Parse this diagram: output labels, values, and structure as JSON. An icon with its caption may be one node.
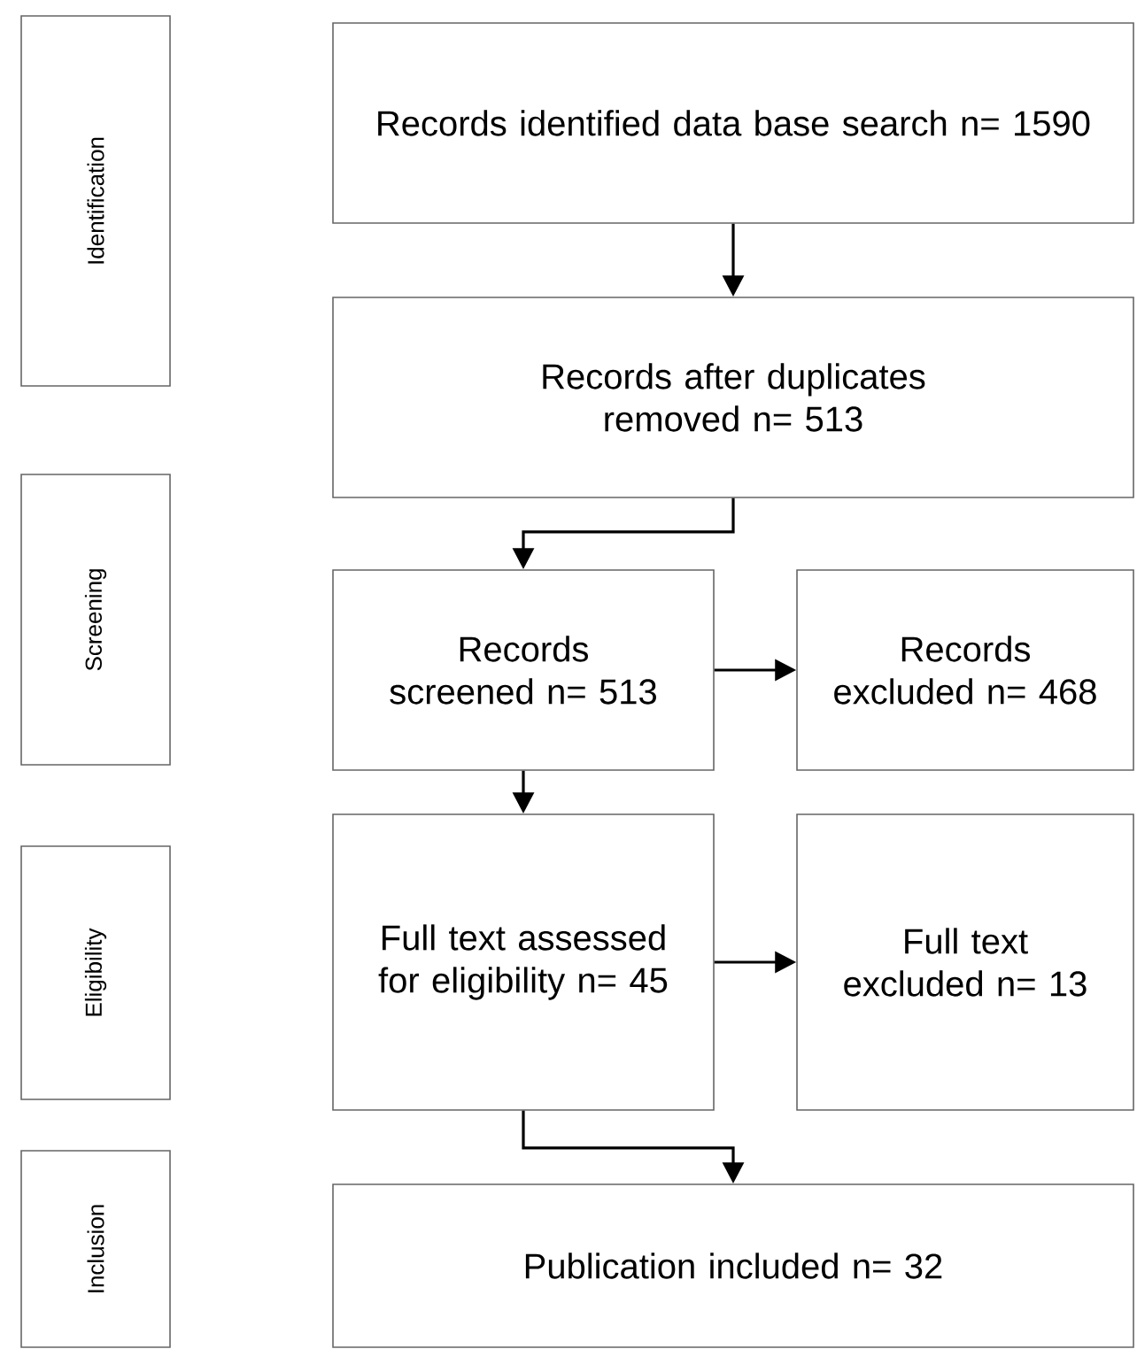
{
  "diagram": {
    "nodes": [
      {
        "text": [
          "Identification"
        ]
      },
      {
        "text": [
          "Records identified data base search n= 1590"
        ]
      },
      {
        "text": [
          "Records after duplicates removed n= 513"
        ]
      },
      {
        "text": [
          "Screening"
        ]
      },
      {
        "text": [
          "Records screened n= 513"
        ]
      },
      {
        "text": [
          "Records excluded n= 468"
        ]
      },
      {
        "text": [
          "Eligibility"
        ]
      },
      {
        "text": [
          "Full text assessed for eligibility n= 45"
        ]
      },
      {
        "text": [
          "Full text excluded n= 13"
        ]
      },
      {
        "text": [
          "Inclusion"
        ]
      },
      {
        "text": [
          "Publication included  n= 32"
        ]
      }
    ],
    "edges": [
      {
        "from": 1,
        "to": 2,
        "arrow": "to"
      },
      {
        "from": 2,
        "to": 4,
        "arrow": "to"
      },
      {
        "from": 4,
        "to": 5,
        "arrow": "to"
      },
      {
        "from": 4,
        "to": 7,
        "arrow": "to"
      },
      {
        "from": 7,
        "to": 8,
        "arrow": "to"
      },
      {
        "from": 7,
        "to": 10,
        "arrow": "to"
      }
    ]
  }
}
